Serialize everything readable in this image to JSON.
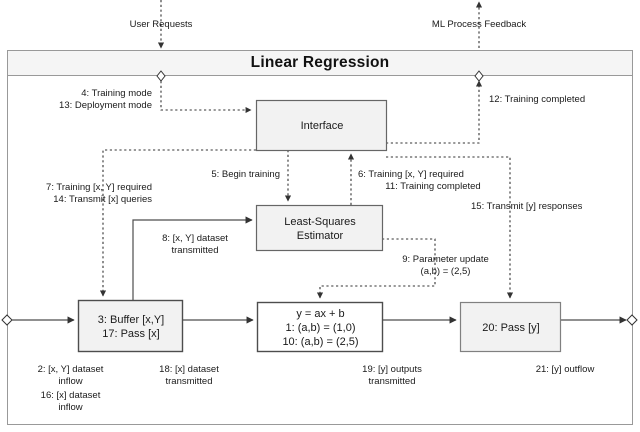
{
  "diagram": {
    "title": "Linear Regression",
    "external_labels": {
      "user_requests": "User Requests",
      "ml_process_feedback": "ML Process Feedback"
    },
    "boxes": {
      "interface": "Interface",
      "estimator_line1": "Least-Squares",
      "estimator_line2": "Estimator",
      "buffer_line1": "3: Buffer [x,Y]",
      "buffer_line2": "17: Pass [x]",
      "model_line1": "y = ax + b",
      "model_line2": "1: (a,b) = (1,0)",
      "model_line3": "10: (a,b) = (2,5)",
      "pass_y": "20: Pass [y]"
    },
    "edge_labels": {
      "mode_line1": "4: Training mode",
      "mode_line2": "13: Deployment mode",
      "training_completed_12": "12: Training completed",
      "begin_training": "5: Begin training",
      "training_req_line1": "6: Training [x, Y] required",
      "training_req_line2": "11: Training completed",
      "buffer_req_line1": "7: Training [x, Y] required",
      "buffer_req_line2": "14: Transmit [x] queries",
      "transmit_y_responses": "15: Transmit [y] responses",
      "dataset_transmitted_line1": "8: [x, Y] dataset",
      "dataset_transmitted_line2": "transmitted",
      "param_update_line1": "9: Parameter update",
      "param_update_line2": "(a,b) = (2,5)",
      "inflow_line1": "2: [x, Y] dataset",
      "inflow_line2": "inflow",
      "inflow_line3": "16: [x] dataset",
      "inflow_line4": "inflow",
      "x_dataset_line1": "18: [x] dataset",
      "x_dataset_line2": "transmitted",
      "y_outputs_line1": "19: [y] outputs",
      "y_outputs_line2": "transmitted",
      "y_outflow": "21: [y] outflow"
    },
    "colors": {
      "box_fill": "#f2f2f2",
      "box_stroke": "#666666",
      "frame_stroke": "#999999",
      "line": "#4d4d4d",
      "text": "#1a1a1a"
    }
  }
}
